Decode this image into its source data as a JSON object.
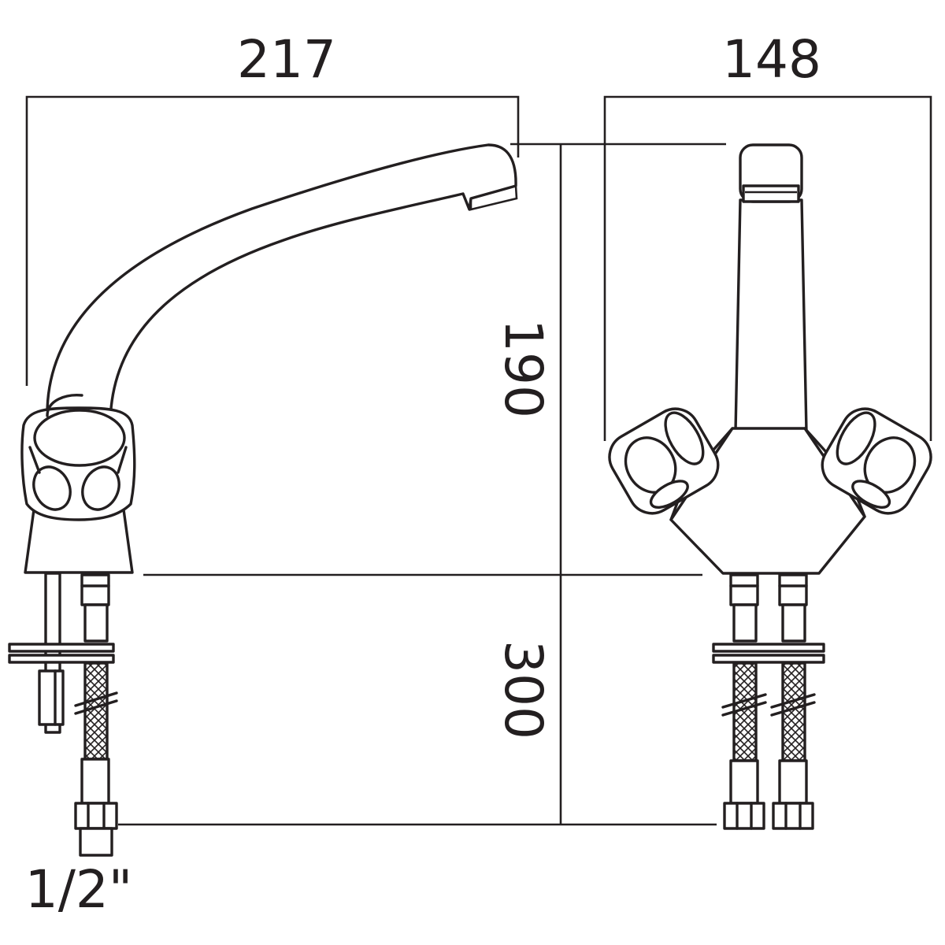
{
  "dimensions": {
    "width_side": "217",
    "width_front": "148",
    "height_body": "190",
    "hose_length": "300",
    "connector_size": "1/2\""
  },
  "colors": {
    "line": "#231f20",
    "background": "#ffffff"
  }
}
